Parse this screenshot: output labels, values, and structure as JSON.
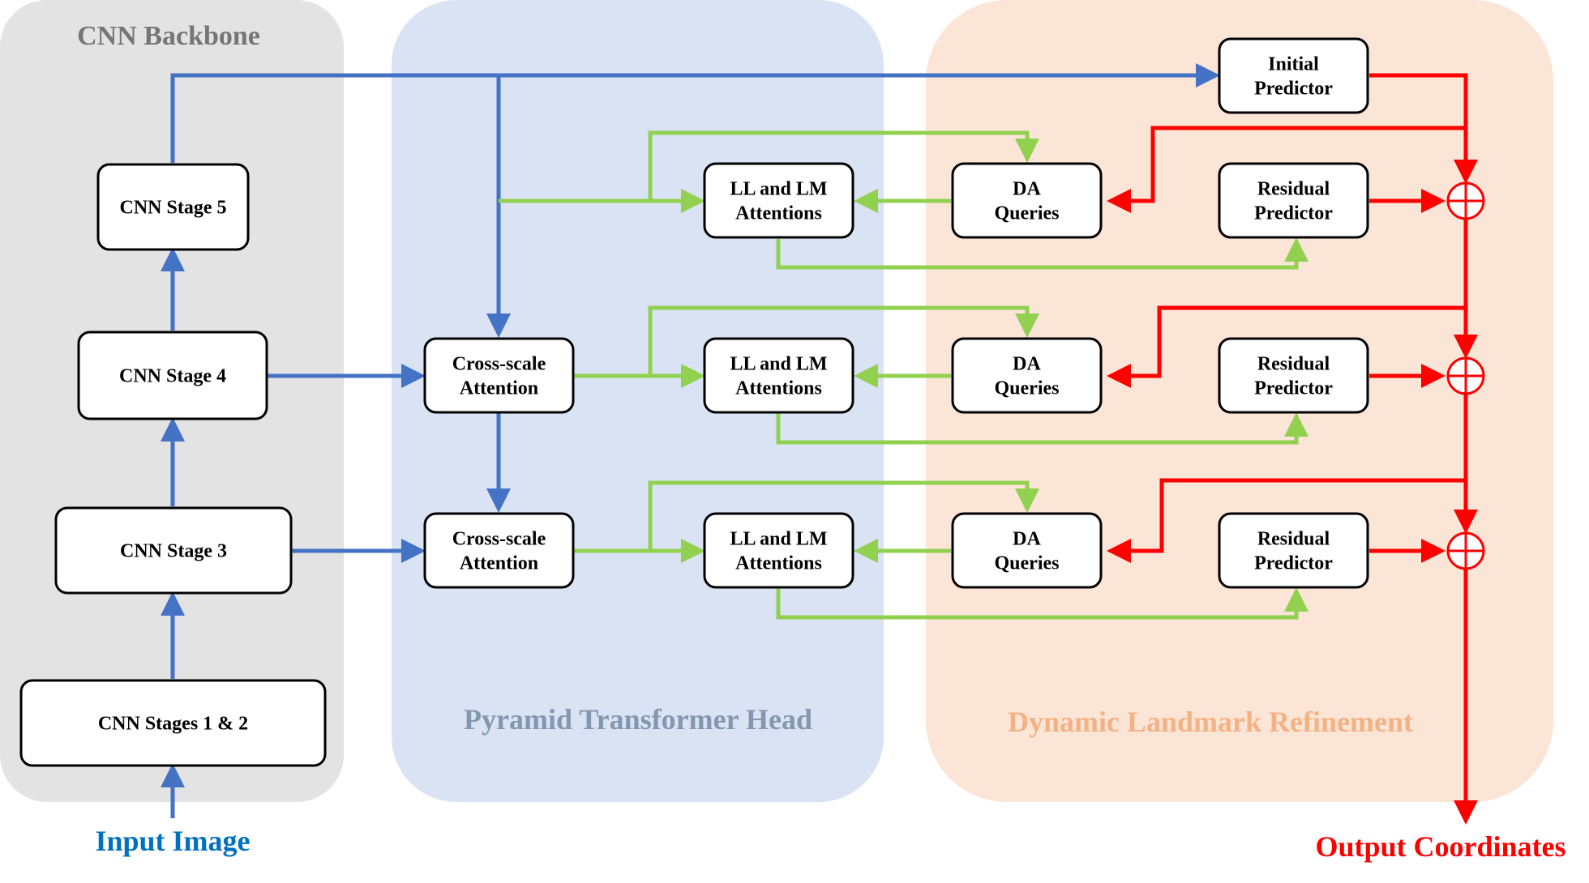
{
  "panels": {
    "backbone": {
      "title": "CNN Backbone",
      "fill": "#e3e3e3",
      "title_color": "#767676"
    },
    "head": {
      "title": "Pyramid Transformer Head",
      "fill": "#dae3f3",
      "title_color": "#8497b0"
    },
    "refinement": {
      "title": "Dynamic Landmark Refinement",
      "fill": "#fbe5d6",
      "title_color": "#f4b183"
    }
  },
  "nodes": {
    "stage12": {
      "label": [
        "CNN Stages 1 & 2"
      ]
    },
    "stage3": {
      "label": [
        "CNN Stage 3"
      ]
    },
    "stage4": {
      "label": [
        "CNN Stage 4"
      ]
    },
    "stage5": {
      "label": [
        "CNN Stage 5"
      ]
    },
    "cross_a": {
      "label": [
        "Cross-scale",
        "Attention"
      ]
    },
    "cross_b": {
      "label": [
        "Cross-scale",
        "Attention"
      ]
    },
    "llm_1": {
      "label": [
        "LL and LM",
        "Attentions"
      ]
    },
    "llm_2": {
      "label": [
        "LL and LM",
        "Attentions"
      ]
    },
    "llm_3": {
      "label": [
        "LL and LM",
        "Attentions"
      ]
    },
    "da_1": {
      "label": [
        "DA",
        "Queries"
      ]
    },
    "da_2": {
      "label": [
        "DA",
        "Queries"
      ]
    },
    "da_3": {
      "label": [
        "DA",
        "Queries"
      ]
    },
    "init_pred": {
      "label": [
        "Initial",
        "Predictor"
      ]
    },
    "res_1": {
      "label": [
        "Residual",
        "Predictor"
      ]
    },
    "res_2": {
      "label": [
        "Residual",
        "Predictor"
      ]
    },
    "res_3": {
      "label": [
        "Residual",
        "Predictor"
      ]
    }
  },
  "io": {
    "input": {
      "text": "Input Image",
      "color": "#0070c0"
    },
    "output": {
      "text": "Output Coordinates",
      "color": "#ff0000"
    }
  },
  "colors": {
    "blue_arrow": "#4472c4",
    "green_arrow": "#92d050",
    "red_arrow": "#ff0000"
  }
}
